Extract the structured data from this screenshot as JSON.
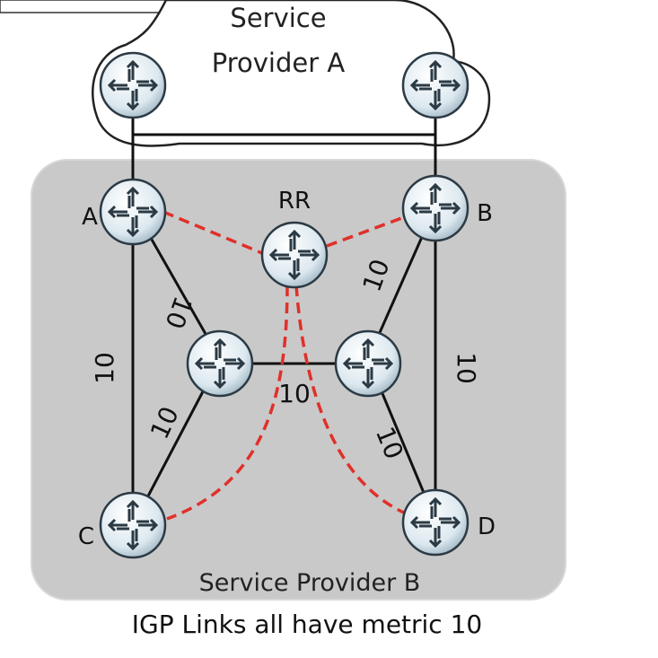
{
  "cloud": {
    "label_line1": "Service",
    "label_line2": "Provider A"
  },
  "domain_b": {
    "label": "Service Provider B"
  },
  "caption": "IGP Links all have metric 10",
  "routers": {
    "A": {
      "label": "A"
    },
    "B": {
      "label": "B"
    },
    "C": {
      "label": "C"
    },
    "D": {
      "label": "D"
    },
    "RR": {
      "label": "RR"
    }
  },
  "metrics": {
    "a_c": "10",
    "a_mid_left": "10",
    "mid_left_c": "10",
    "mid_link": "10",
    "b_mid_right": "10",
    "mid_right_d": "10",
    "b_d": "10"
  },
  "colors": {
    "rr_session": "#e0302a",
    "igp_link": "#111111",
    "domain_b_fill": "#c9c9c9",
    "router_fill": "#eef4f8"
  }
}
